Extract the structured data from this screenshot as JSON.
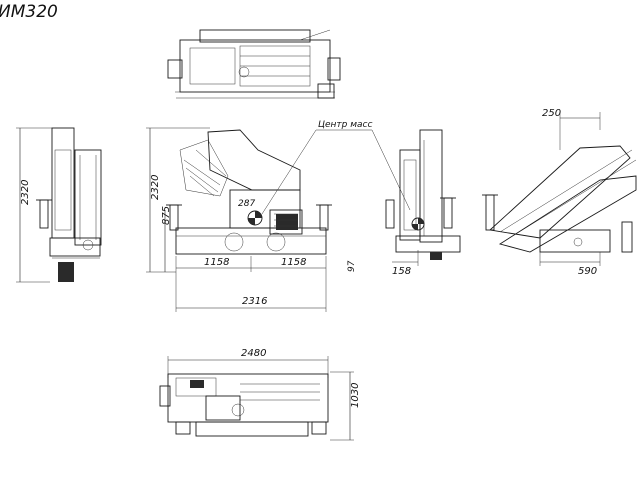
{
  "drawing": {
    "model_label": "ИМ320",
    "center_of_mass_label": "Центр масс"
  },
  "dimensions": {
    "side_left_height": "2320",
    "front_height": "2320",
    "com_height": "875",
    "com_offset": "287",
    "half_width_left": "1158",
    "half_width_right": "1158",
    "total_width": "2316",
    "small_offset": "97",
    "rear_offset": "158",
    "boom_top_offset": "250",
    "boom_base_offset": "590",
    "plan_length": "2480",
    "plan_width": "1030"
  }
}
